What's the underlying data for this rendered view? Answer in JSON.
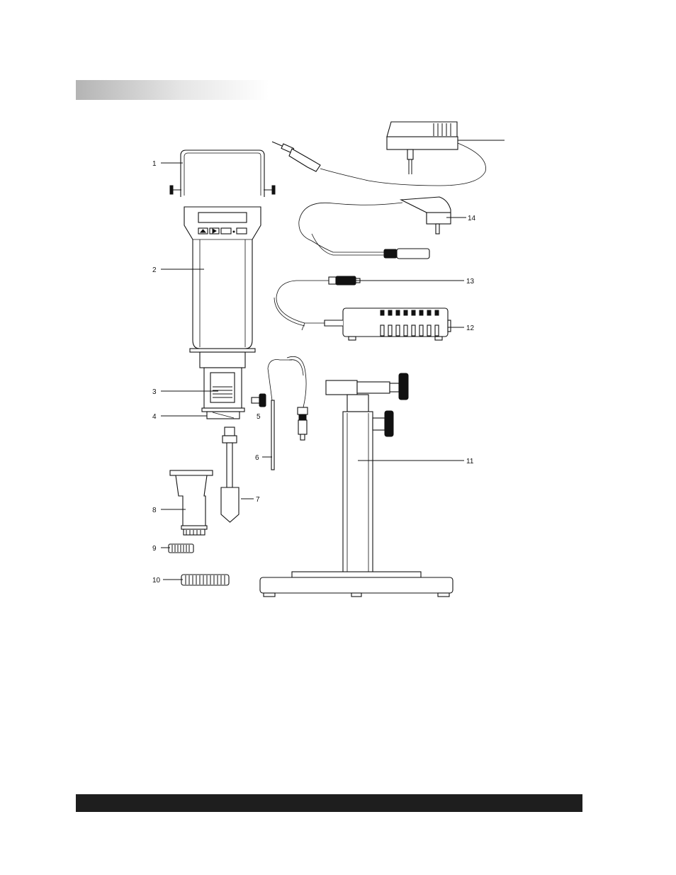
{
  "header": {
    "color_start": "#b4b4b4",
    "color_end": "#ffffff"
  },
  "footer": {
    "color": "#1e1e1e"
  },
  "callouts": [
    {
      "id": "1",
      "label": "1"
    },
    {
      "id": "2",
      "label": "2"
    },
    {
      "id": "3",
      "label": "3"
    },
    {
      "id": "4",
      "label": "4"
    },
    {
      "id": "5",
      "label": "5"
    },
    {
      "id": "6",
      "label": "6"
    },
    {
      "id": "7",
      "label": "7"
    },
    {
      "id": "8",
      "label": "8"
    },
    {
      "id": "9",
      "label": "9"
    },
    {
      "id": "10",
      "label": "10"
    },
    {
      "id": "11",
      "label": "11"
    },
    {
      "id": "12",
      "label": "12"
    },
    {
      "id": "13",
      "label": "13"
    },
    {
      "id": "14",
      "label": "14"
    }
  ]
}
